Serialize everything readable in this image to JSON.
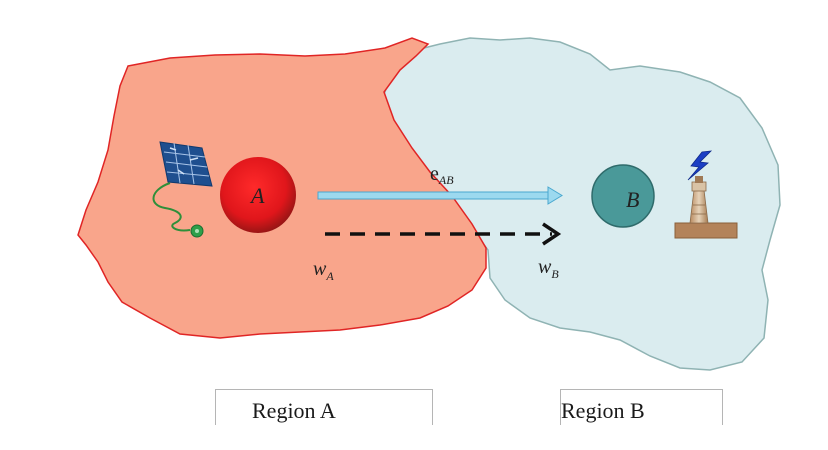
{
  "diagram": {
    "node_a": {
      "label": "A",
      "color": "#e0161b"
    },
    "node_b": {
      "label": "B",
      "color": "#4a9999"
    },
    "edge_label": {
      "base": "e",
      "sub": "AB"
    },
    "weight_a": {
      "base": "w",
      "sub": "A"
    },
    "weight_b": {
      "base": "w",
      "sub": "B"
    },
    "region_a": {
      "label": "Region A",
      "fill": "#f9a58b",
      "stroke": "#e02525"
    },
    "region_b": {
      "label": "Region B",
      "fill": "#daecef",
      "stroke": "#8fb3b3"
    },
    "icons": [
      "solar-panel-icon",
      "power-plug-icon",
      "lightning-icon",
      "power-plant-chimney-icon"
    ]
  }
}
